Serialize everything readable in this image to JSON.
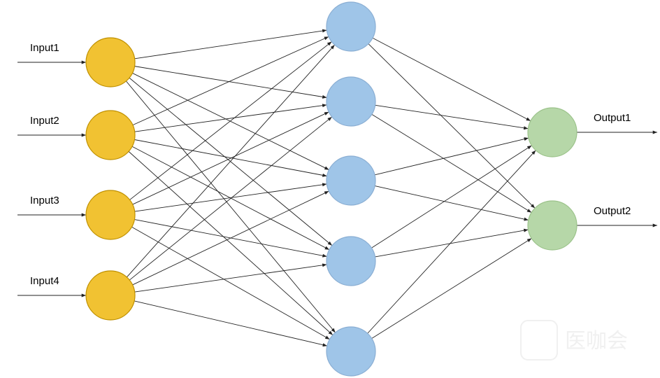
{
  "title": "Neural network diagram",
  "layers": {
    "input": {
      "count": 4,
      "labels": [
        "Input1",
        "Input2",
        "Input3",
        "Input4"
      ],
      "color": "#f1c232",
      "stroke": "#bf9000"
    },
    "hidden": {
      "count": 5,
      "labels": [],
      "color": "#9fc5e8",
      "stroke": "#8aaed3"
    },
    "output": {
      "count": 2,
      "labels": [
        "Output1",
        "Output2"
      ],
      "color": "#b6d7a8",
      "stroke": "#9cc38b"
    }
  },
  "connections": "fully-connected",
  "edge_color": "#222222",
  "watermark": {
    "text": "医咖会"
  }
}
